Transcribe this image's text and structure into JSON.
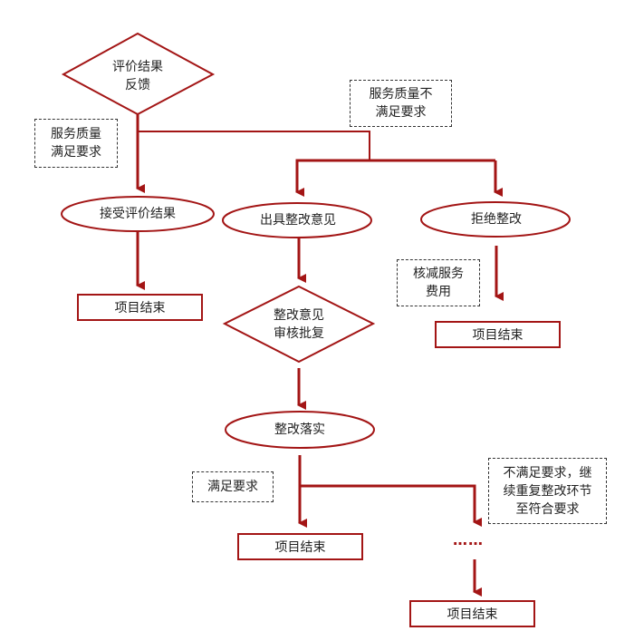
{
  "colors": {
    "line": "#a31515",
    "text": "#222222",
    "note_border": "#333333"
  },
  "nodes": {
    "decision_feedback": {
      "type": "diamond",
      "text": "评价结果\n反馈"
    },
    "accept": {
      "type": "ellipse",
      "text": "接受评价结果"
    },
    "issue_opinion": {
      "type": "ellipse",
      "text": "出具整改意见"
    },
    "refuse": {
      "type": "ellipse",
      "text": "拒绝整改"
    },
    "end_accept": {
      "type": "rect",
      "text": "项目结束"
    },
    "decision_review": {
      "type": "diamond",
      "text": "整改意见\n审核批复"
    },
    "end_refuse": {
      "type": "rect",
      "text": "项目结束"
    },
    "implement": {
      "type": "ellipse",
      "text": "整改落实"
    },
    "end_satisfied": {
      "type": "rect",
      "text": "项目结束"
    },
    "ellipsis": {
      "type": "text",
      "text": "……"
    },
    "end_final": {
      "type": "rect",
      "text": "项目结束"
    }
  },
  "notes": {
    "quality_ok": "服务质量\n满足要求",
    "quality_not_ok": "服务质量不\n满足要求",
    "reduce_fee": "核减服务\n费用",
    "satisfied": "满足要求",
    "repeat": "不满足要求，继\n续重复整改环节\n至符合要求"
  },
  "edges": [
    {
      "from": "decision_feedback",
      "to": "accept",
      "label": "服务质量满足要求"
    },
    {
      "from": "decision_feedback",
      "to": "issue_opinion",
      "label": "服务质量不满足要求"
    },
    {
      "from": "decision_feedback",
      "to": "refuse",
      "label": "服务质量不满足要求"
    },
    {
      "from": "accept",
      "to": "end_accept"
    },
    {
      "from": "issue_opinion",
      "to": "decision_review"
    },
    {
      "from": "refuse",
      "to": "end_refuse",
      "label": "核减服务费用"
    },
    {
      "from": "decision_review",
      "to": "implement"
    },
    {
      "from": "implement",
      "to": "end_satisfied",
      "label": "满足要求"
    },
    {
      "from": "implement",
      "to": "ellipsis",
      "label": "不满足要求，继续重复整改环节至符合要求"
    },
    {
      "from": "ellipsis",
      "to": "end_final"
    }
  ]
}
